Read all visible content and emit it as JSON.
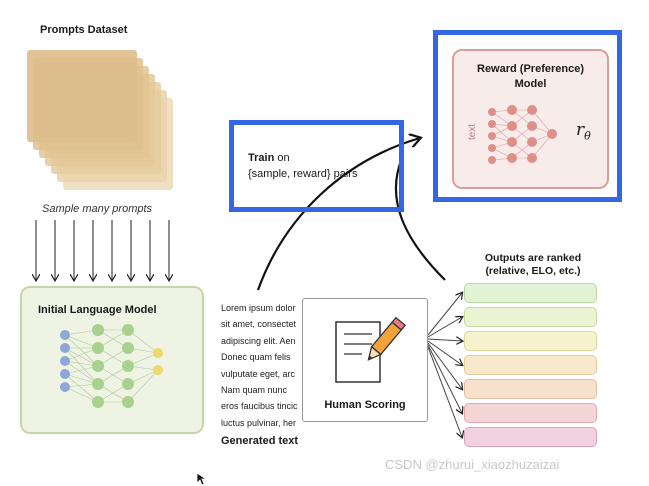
{
  "dataset": {
    "title": "Prompts Dataset",
    "sample_label": "Sample many prompts"
  },
  "initial_lm": {
    "title": "Initial Language Model"
  },
  "generated": {
    "lines": [
      "Lorem ipsum dolor",
      "sit amet, consectet",
      "adipiscing elit. Aen",
      "Donec quam felis",
      "vulputate eget, arc",
      "Nam quam nunc",
      "eros faucibus tincic",
      "luctus pulvinar, her"
    ],
    "label": "Generated text"
  },
  "human_scoring": {
    "label": "Human Scoring"
  },
  "train": {
    "bold": "Train",
    "rest": " on",
    "line2": "{sample, reward} pairs"
  },
  "reward_model": {
    "title_line1": "Reward (Preference)",
    "title_line2": "Model",
    "text_label": "text",
    "symbol": "r",
    "symbol_sub": "θ"
  },
  "ranked": {
    "title_line1": "Outputs are ranked",
    "title_line2": "(relative, ELO, etc.)",
    "bars": [
      {
        "fill": "#e2f2d4",
        "stroke": "#b9d9a0"
      },
      {
        "fill": "#eaf3d2",
        "stroke": "#c6dca0"
      },
      {
        "fill": "#f6f1cf",
        "stroke": "#e0d79a"
      },
      {
        "fill": "#f9e9cc",
        "stroke": "#e6cc98"
      },
      {
        "fill": "#f8e0cf",
        "stroke": "#e4bfa0"
      },
      {
        "fill": "#f5d6d6",
        "stroke": "#e0aaaa"
      },
      {
        "fill": "#f0d2df",
        "stroke": "#d9a5bd"
      }
    ]
  },
  "watermark": "CSDN @zhurui_xiaozhuzaizai",
  "colors": {
    "highlight_box": "#3467e4",
    "dataset_paper": "#e9cfa3",
    "lm_bg": "#eef3e4",
    "reward_bg": "#f8eceb"
  }
}
